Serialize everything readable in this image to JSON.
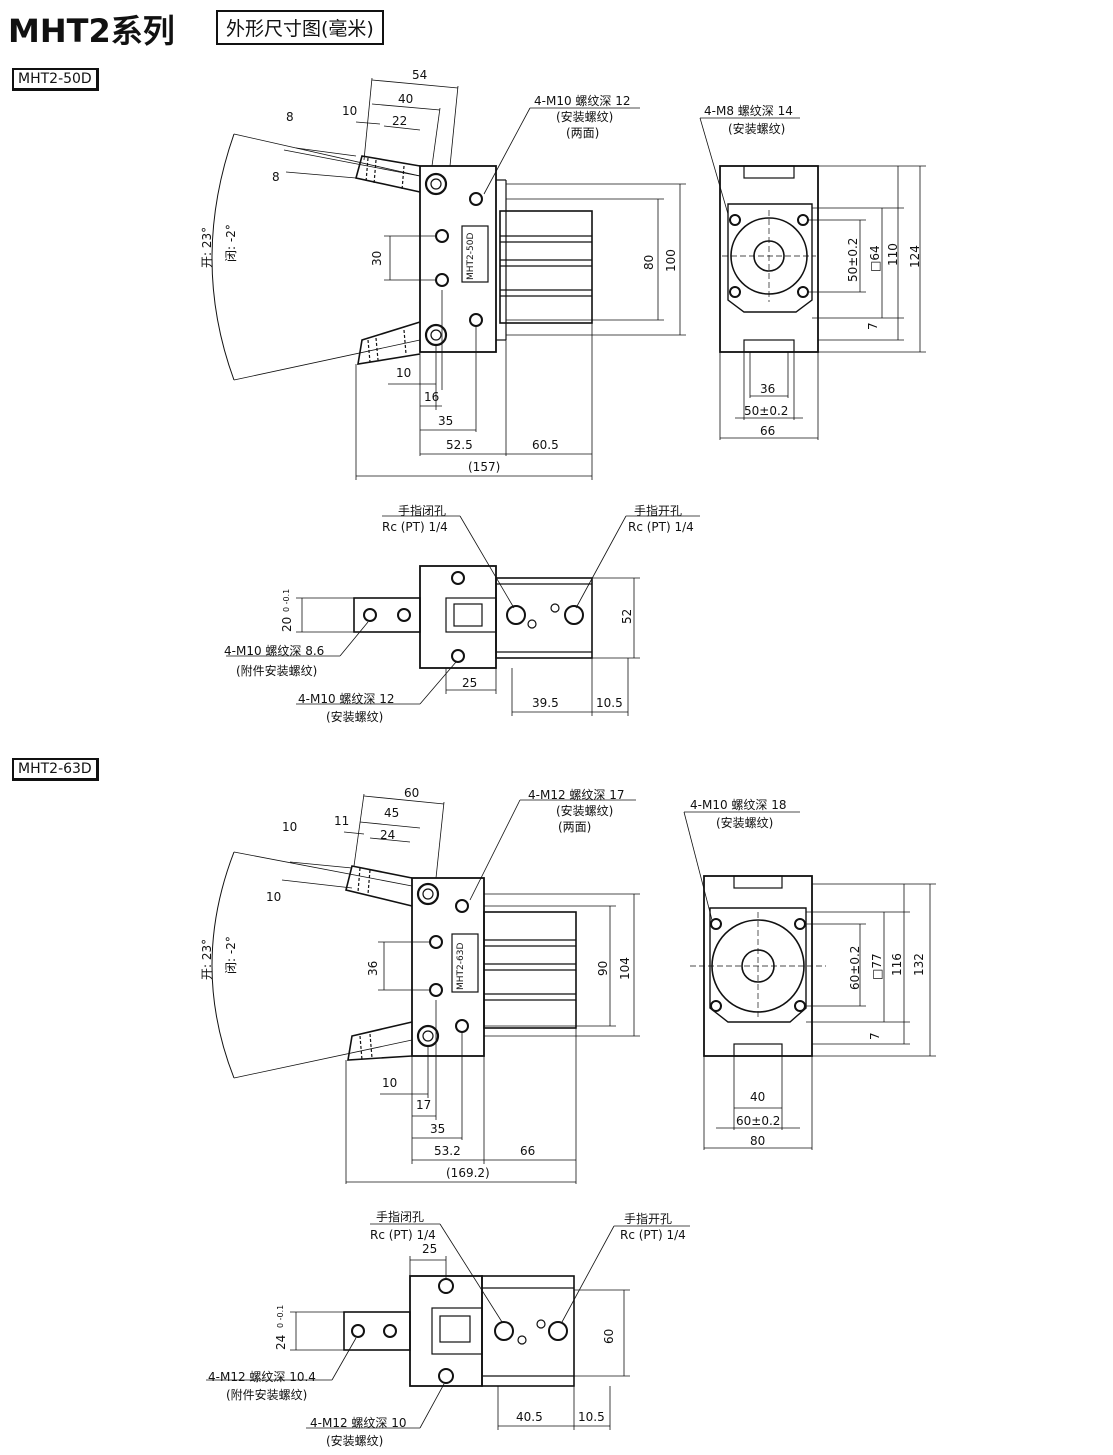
{
  "header": {
    "title": "MHT2系列",
    "subtitle": "外形尺寸图(毫米)"
  },
  "models": [
    {
      "tag": "MHT2-50D",
      "side_view": {
        "dims": {
          "d54": "54",
          "d40": "40",
          "d10": "10",
          "d22": "22",
          "d8a": "8",
          "d8b": "8",
          "d30": "30",
          "d80": "80",
          "d100": "100",
          "d10b": "10",
          "d16": "16",
          "d35": "35",
          "d525": "52.5",
          "d605": "60.5",
          "d157": "(157)"
        },
        "angle_open": "开: 23°",
        "angle_close": "闭: -2°",
        "note1": "4-M10 螺纹深 12",
        "note2": "(安装螺纹)",
        "note3": "(两面)",
        "label_plate": "MHT2-50D"
      },
      "end_view": {
        "note1": "4-M8 螺纹深 14",
        "note2": "(安装螺纹)",
        "dims": {
          "d50v": "50±0.2",
          "d64": "□64",
          "d110": "110",
          "d124": "124",
          "d7": "7",
          "d36": "36",
          "d50h": "50±0.2",
          "d66": "66"
        }
      },
      "top_view": {
        "port_close_1": "手指闭孔",
        "port_close_2": "Rc (PT) 1/4",
        "port_open_1": "手指开孔",
        "port_open_2": "Rc (PT) 1/4",
        "dims": {
          "d20": "20",
          "d20tol": "0 -0.1",
          "d52": "52",
          "d25": "25",
          "d395": "39.5",
          "d105": "10.5"
        },
        "note1": "4-M10 螺纹深 8.6",
        "note2": "(附件安装螺纹)",
        "note3": "4-M10 螺纹深 12",
        "note4": "(安装螺纹)"
      }
    },
    {
      "tag": "MHT2-63D",
      "side_view": {
        "dims": {
          "d60": "60",
          "d45": "45",
          "d11": "11",
          "d24": "24",
          "d10a": "10",
          "d10c": "10",
          "d36": "36",
          "d90": "90",
          "d104": "104",
          "d10b": "10",
          "d17": "17",
          "d35": "35",
          "d532": "53.2",
          "d66": "66",
          "d1692": "(169.2)"
        },
        "angle_open": "开: 23°",
        "angle_close": "闭: -2°",
        "note1": "4-M12 螺纹深 17",
        "note2": "(安装螺纹)",
        "note3": "(两面)",
        "label_plate": "MHT2-63D"
      },
      "end_view": {
        "note1": "4-M10 螺纹深 18",
        "note2": "(安装螺纹)",
        "dims": {
          "d60v": "60±0.2",
          "d77": "□77",
          "d116": "116",
          "d132": "132",
          "d7": "7",
          "d40": "40",
          "d60h": "60±0.2",
          "d80": "80"
        }
      },
      "top_view": {
        "port_close_1": "手指闭孔",
        "port_close_2": "Rc (PT) 1/4",
        "port_open_1": "手指开孔",
        "port_open_2": "Rc (PT) 1/4",
        "dims": {
          "d25": "25",
          "d24": "24",
          "d24tol": "0 -0.1",
          "d60": "60",
          "d405": "40.5",
          "d105": "10.5"
        },
        "note1": "4-M12 螺纹深 10.4",
        "note2": "(附件安装螺纹)",
        "note3": "4-M12 螺纹深 10",
        "note4": "(安装螺纹)"
      }
    }
  ]
}
